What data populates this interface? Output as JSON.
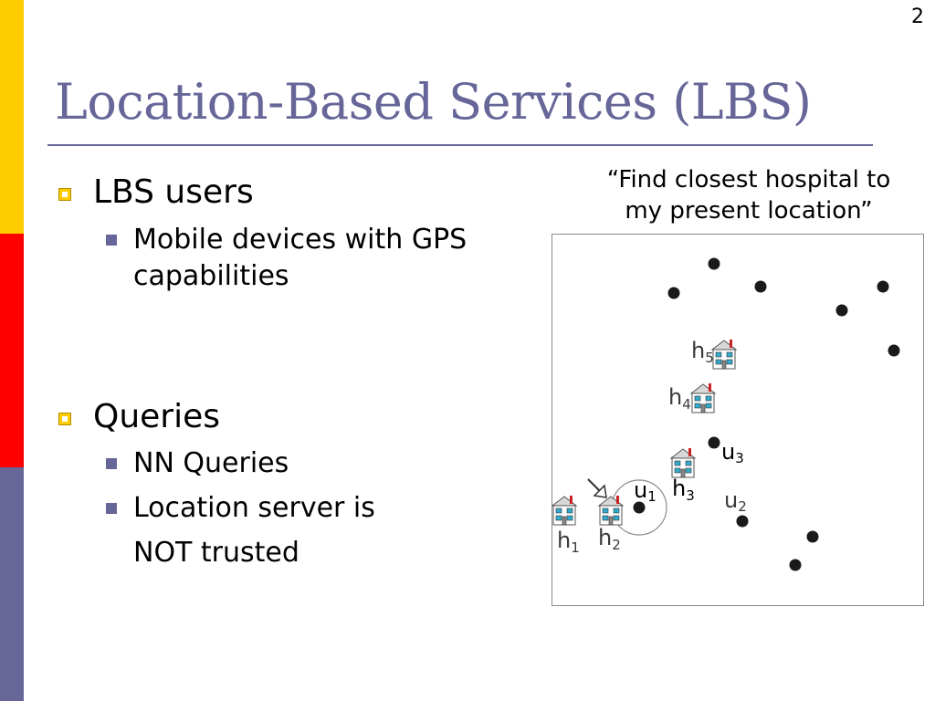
{
  "slide": {
    "page_number": "2",
    "title": "Location-Based Services (LBS)"
  },
  "bullets": {
    "lbs_users": "LBS users",
    "mobile_devices_line1": "Mobile devices with GPS",
    "mobile_devices_line2": "capabilities",
    "queries": "Queries",
    "nn_queries": "NN Queries",
    "location_server_line1": "Location server is",
    "location_server_line2": "NOT trusted"
  },
  "quote": {
    "line1": "“Find closest hospital to",
    "line2": "my present location”"
  },
  "diagram": {
    "labels": {
      "h1": "h",
      "h1_sub": "1",
      "h2": "h",
      "h2_sub": "2",
      "h3": "h",
      "h3_sub": "3",
      "h4": "h",
      "h4_sub": "4",
      "h5": "h",
      "h5_sub": "5",
      "u1": "u",
      "u1_sub": "1",
      "u2": "u",
      "u2_sub": "2",
      "u3": "u",
      "u3_sub": "3"
    }
  },
  "colors": {
    "stripe_yellow": "#ffcc00",
    "stripe_red": "#ff0000",
    "stripe_blue": "#666699",
    "title": "#666699"
  },
  "icons": [
    "hospital-icon",
    "cursor-arrow-icon"
  ]
}
